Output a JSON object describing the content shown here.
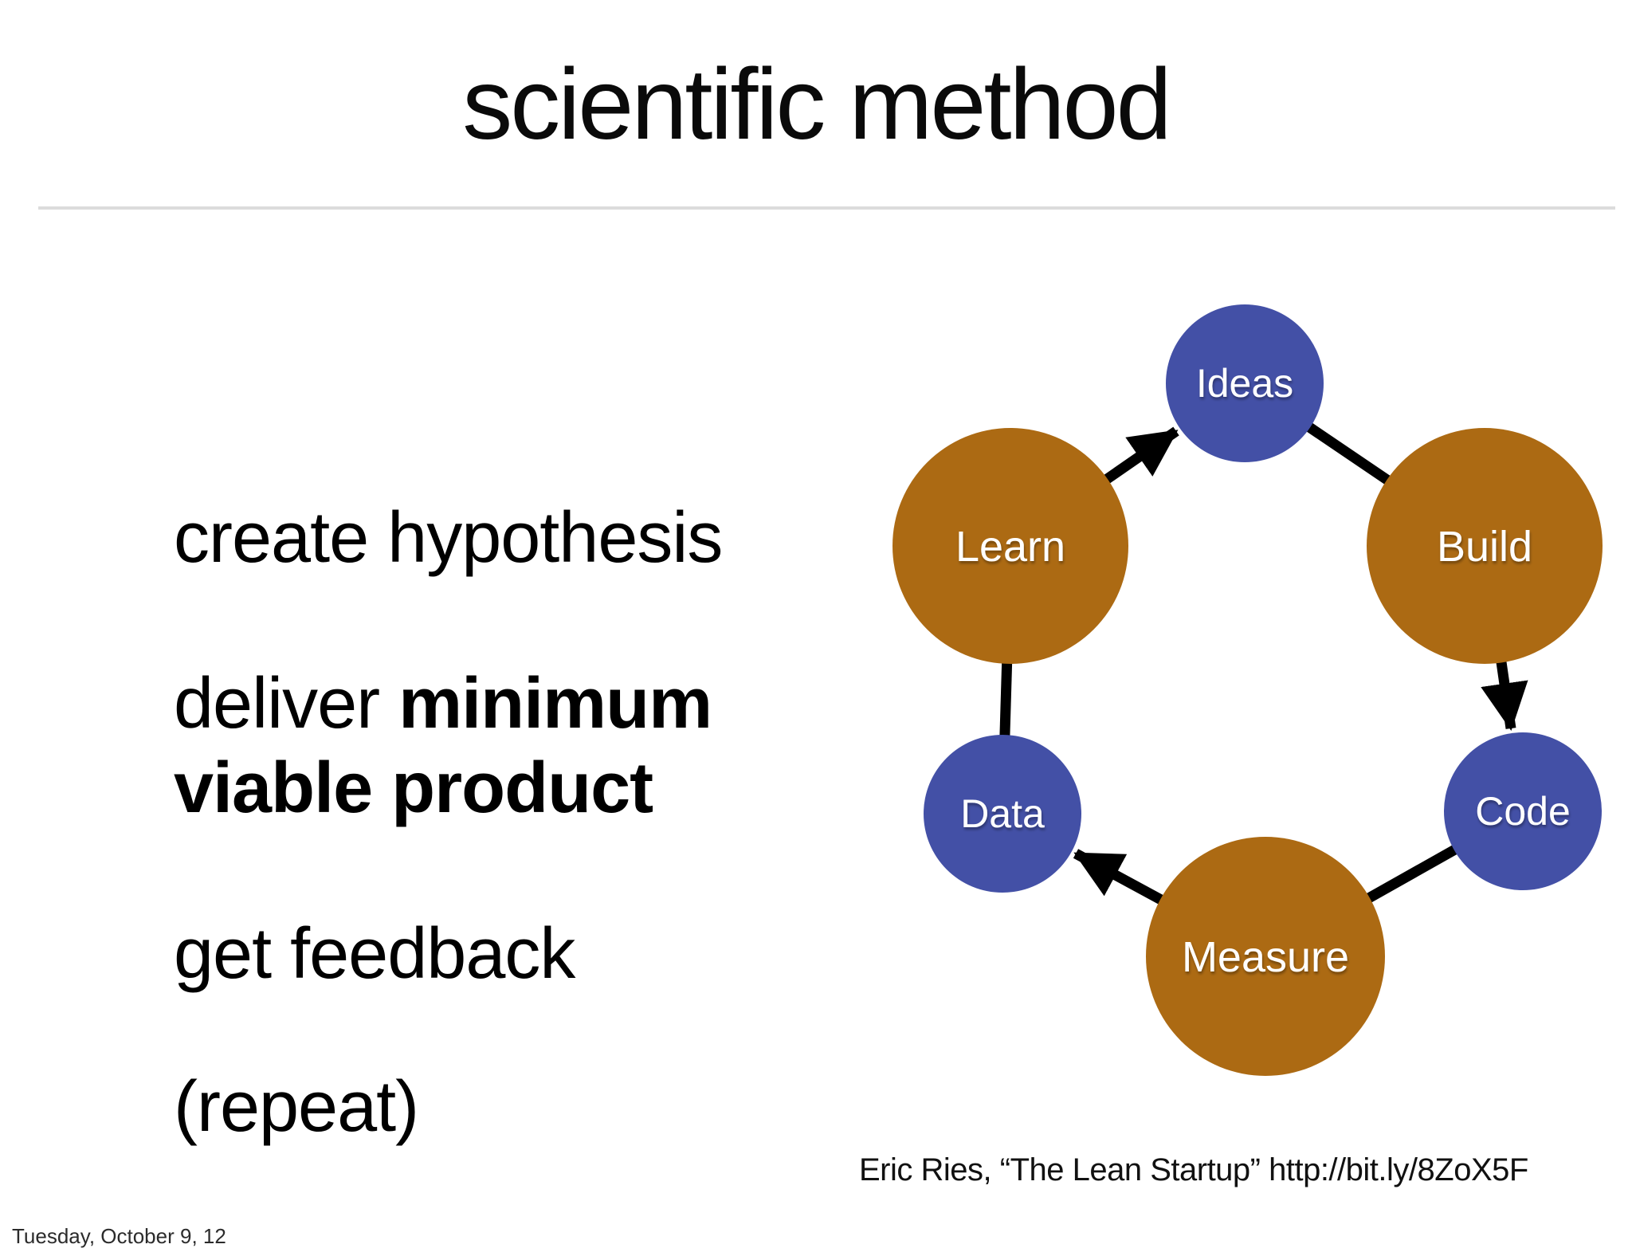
{
  "slide": {
    "title": "scientific method",
    "bullets": {
      "create": "create hypothesis",
      "deliver_regular": "deliver ",
      "deliver_bold": "minimum",
      "viable_bold": "viable product",
      "feedback": "get feedback",
      "repeat": "(repeat)"
    },
    "caption": "Eric Ries, “The Lean Startup” http://bit.ly/8ZoX5F",
    "footer_timestamp": "Tuesday, October 9, 12"
  },
  "diagram": {
    "type": "cycle",
    "sequence": [
      "Ideas",
      "Build",
      "Code",
      "Measure",
      "Data",
      "Learn"
    ],
    "arrow_color": "#000000",
    "nodes": [
      {
        "label": "Ideas",
        "size": "small",
        "color_hex": "#4350A6"
      },
      {
        "label": "Build",
        "size": "large",
        "color_hex": "#AC6A13"
      },
      {
        "label": "Code",
        "size": "small",
        "color_hex": "#4350A6"
      },
      {
        "label": "Measure",
        "size": "large",
        "color_hex": "#AC6A13"
      },
      {
        "label": "Data",
        "size": "small",
        "color_hex": "#4350A6"
      },
      {
        "label": "Learn",
        "size": "large",
        "color_hex": "#AC6A13"
      }
    ]
  }
}
